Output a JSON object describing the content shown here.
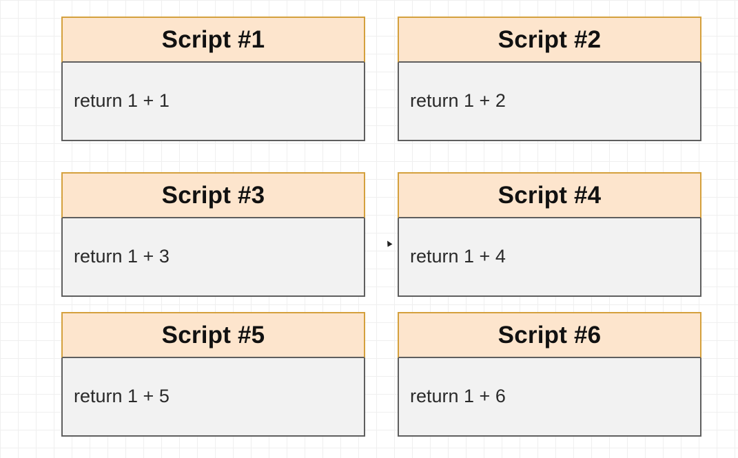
{
  "cards": [
    {
      "title": "Script #1",
      "code": "return 1 + 1"
    },
    {
      "title": "Script #2",
      "code": "return 1 + 2"
    },
    {
      "title": "Script #3",
      "code": "return 1 + 3"
    },
    {
      "title": "Script #4",
      "code": "return 1 + 4"
    },
    {
      "title": "Script #5",
      "code": "return 1 + 5"
    },
    {
      "title": "Script #6",
      "code": "return 1 + 6"
    }
  ],
  "colors": {
    "header_fill": "#fde5cd",
    "header_border": "#d4a03c",
    "body_fill": "#f2f2f2",
    "body_border": "#5e5e5e"
  }
}
